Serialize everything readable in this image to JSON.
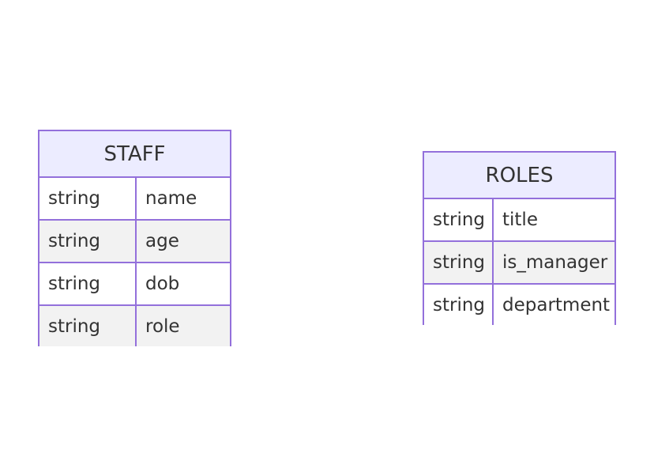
{
  "entities": {
    "staff": {
      "name": "STAFF",
      "attributes": [
        {
          "type": "string",
          "name": "name"
        },
        {
          "type": "string",
          "name": "age"
        },
        {
          "type": "string",
          "name": "dob"
        },
        {
          "type": "string",
          "name": "role"
        }
      ]
    },
    "roles": {
      "name": "ROLES",
      "attributes": [
        {
          "type": "string",
          "name": "title"
        },
        {
          "type": "string",
          "name": "is_manager"
        },
        {
          "type": "string",
          "name": "department"
        }
      ]
    }
  },
  "colors": {
    "border": "#9370DB",
    "header_fill": "#ECECFF",
    "row_alt_fill": "#F2F2F2",
    "row_fill": "#FFFFFF",
    "text": "#333333"
  }
}
